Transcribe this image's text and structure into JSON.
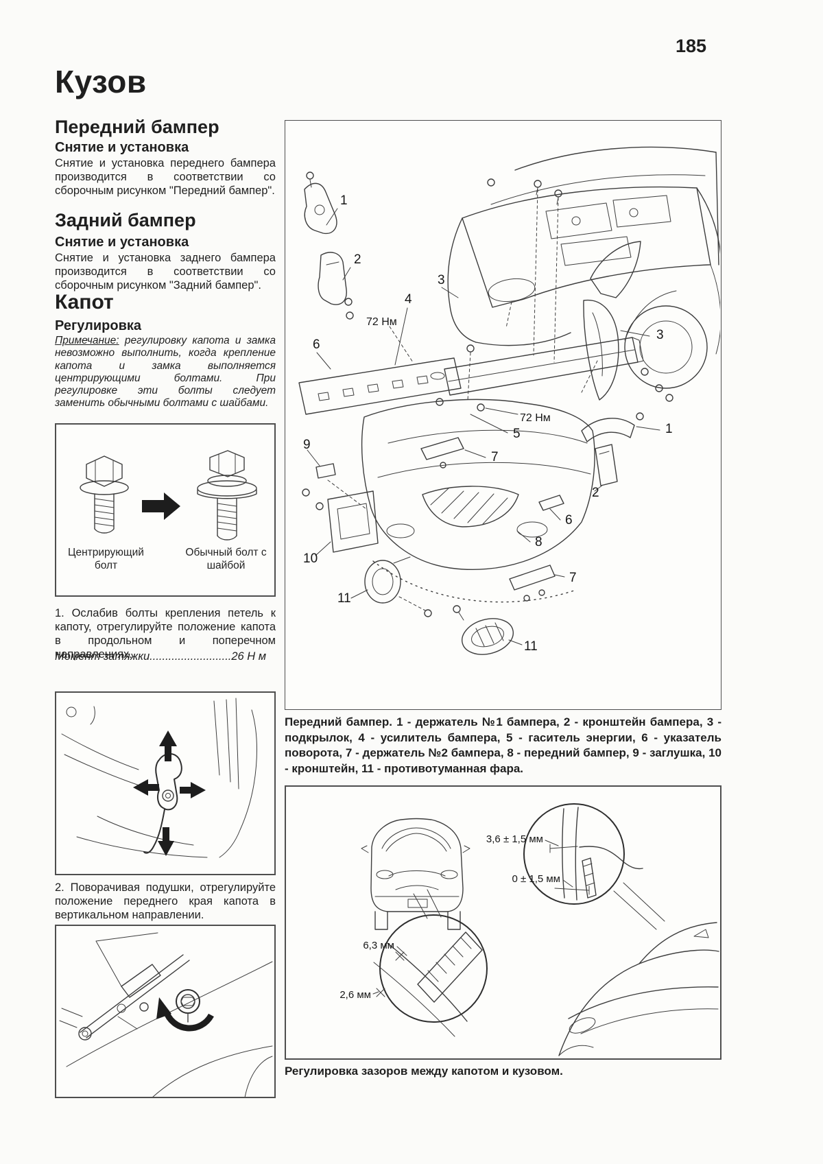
{
  "page_number": "185",
  "title": "Кузов",
  "sections": {
    "front_bumper": {
      "heading": "Передний бампер",
      "subheading": "Снятие и установка",
      "body": "Снятие и установка переднего бампера производится в соответствии со сборочным рисунком \"Передний бампер\"."
    },
    "rear_bumper": {
      "heading": "Задний бампер",
      "subheading": "Снятие и установка",
      "body": "Снятие и установка заднего бампера производится в соответствии со сборочным рисунком \"Задний бампер\"."
    },
    "hood": {
      "heading": "Капот",
      "subheading": "Регулировка",
      "note_label": "Примечание:",
      "note_body": " регулировку капота и замка невозможно выполнить, когда крепление капота и замка выполняется центрирующими болтами. При регулировке эти болты следует заменить обычными болтами с шайбами."
    }
  },
  "bolt_figure": {
    "label_left": "Центрирующий болт",
    "label_right": "Обычный болт с шайбой"
  },
  "steps": {
    "step1": "1. Ослабив болты крепления петель к капоту, отрегулируйте положение капота в продольном и поперечном направлениях.",
    "torque": "Момент затяжки..........................26 Н м",
    "step2": "2. Поворачивая подушки, отрегулируйте положение переднего края капота в вертикальном направлении."
  },
  "main_figure": {
    "caption": "Передний бампер. 1 - держатель №1 бампера, 2 - кронштейн бампера, 3 - подкрылок, 4 - усилитель бампера, 5 - гаситель энергии, 6 - указатель поворота, 7 - держатель №2 бампера, 8 - передний бампер, 9 - заглушка, 10 - кронштейн, 11 - противотуманная фара.",
    "torque1": "72 Нм",
    "torque2": "72 Нм",
    "callouts": [
      "1",
      "2",
      "3",
      "4",
      "6",
      "3",
      "5",
      "7",
      "1",
      "2",
      "9",
      "10",
      "6",
      "8",
      "7",
      "11",
      "11"
    ]
  },
  "gap_figure": {
    "caption": "Регулировка зазоров между капотом и кузовом.",
    "dims": [
      "3,6 ± 1,5 мм",
      "0 ± 1,5 мм",
      "6,3 мм",
      "2,6 мм"
    ]
  }
}
